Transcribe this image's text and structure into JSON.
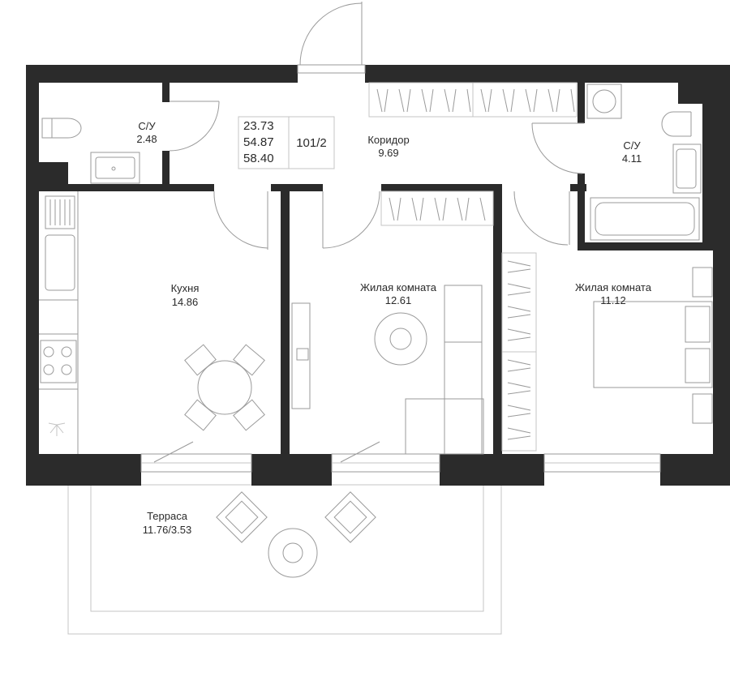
{
  "unit": {
    "area_living": "23.73",
    "area_total": "54.87",
    "area_with_terrace": "58.40",
    "code": "101/2"
  },
  "rooms": {
    "bath_small": {
      "name": "С/У",
      "area": "2.48"
    },
    "corridor": {
      "name": "Коридор",
      "area": "9.69"
    },
    "bath_large": {
      "name": "С/У",
      "area": "4.11"
    },
    "kitchen": {
      "name": "Кухня",
      "area": "14.86"
    },
    "living_1": {
      "name": "Жилая комната",
      "area": "12.61"
    },
    "living_2": {
      "name": "Жилая комната",
      "area": "11.12"
    },
    "terrace": {
      "name": "Терраса",
      "area": "11.76/3.53"
    }
  },
  "colors": {
    "wall": "#2b2b2b",
    "furniture": "#9a9a9a"
  }
}
